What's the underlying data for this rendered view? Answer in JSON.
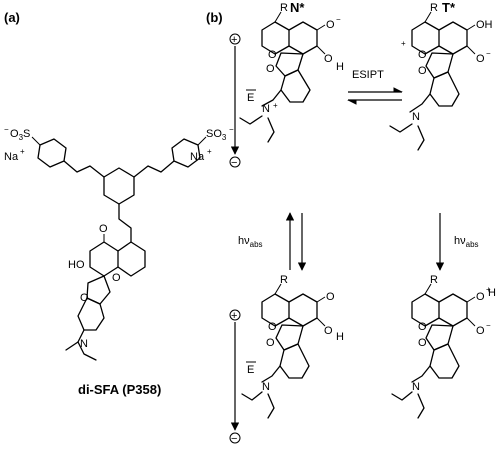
{
  "panels": {
    "a": "(a)",
    "b": "(b)"
  },
  "states": {
    "normal": "N*",
    "tautomer": "T*"
  },
  "transitions": {
    "esipt": "ESIPT",
    "hv_main": "hν",
    "hv_sub": "abs"
  },
  "field": {
    "plus": "+",
    "minus": "−",
    "symbol": "E"
  },
  "compound": {
    "name": "di-SFA (P358)"
  },
  "atoms": {
    "R": "R",
    "O": "O",
    "OH": "OH",
    "H": "H",
    "N": "N",
    "plus": "+",
    "minus": "−",
    "Ominus": "O",
    "SO3": "O",
    "SO3_sub3": "3",
    "S": "S",
    "Na": "Na"
  }
}
